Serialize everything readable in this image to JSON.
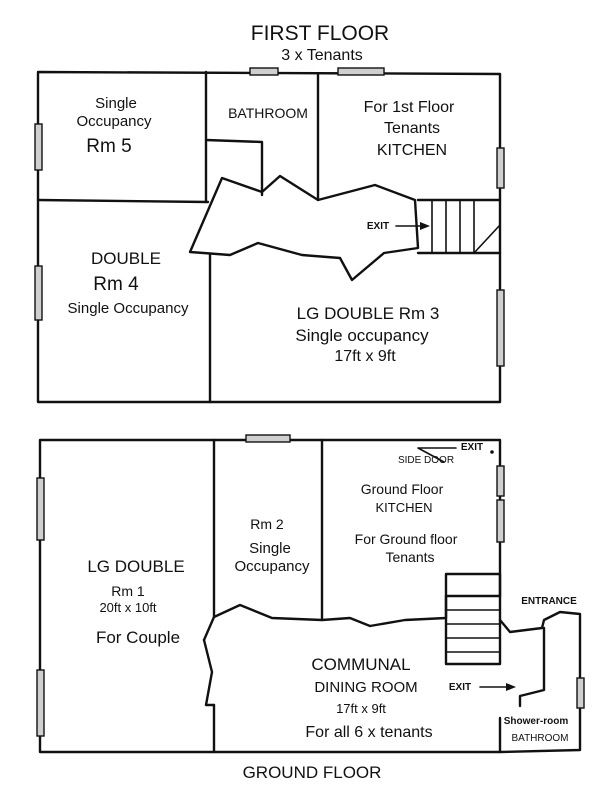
{
  "first_floor": {
    "title": "FIRST FLOOR",
    "subtitle": "3 x Tenants",
    "rm5": {
      "line1": "Single",
      "line2": "Occupancy",
      "name": "Rm 5"
    },
    "bathroom": "BATHROOM",
    "kitchen": {
      "line1": "For 1st Floor",
      "line2": "Tenants",
      "line3": "KITCHEN"
    },
    "exit": "EXIT",
    "rm4": {
      "line1": "DOUBLE",
      "name": "Rm 4",
      "line3": "Single Occupancy"
    },
    "rm3": {
      "line1": "LG DOUBLE Rm 3",
      "line2": "Single occupancy",
      "line3": "17ft x 9ft"
    }
  },
  "ground_floor": {
    "title": "GROUND FLOOR",
    "side_door": "SIDE DOOR",
    "exit_side": "EXIT",
    "kitchen": {
      "line1": "Ground Floor",
      "line2": "KITCHEN",
      "line3": "For Ground floor",
      "line4": "Tenants"
    },
    "rm2": {
      "name": "Rm 2",
      "line2": "Single",
      "line3": "Occupancy"
    },
    "rm1": {
      "line1": "LG DOUBLE",
      "name": "Rm 1",
      "line3": "20ft x 10ft",
      "line4": "For Couple"
    },
    "communal": {
      "line1": "COMMUNAL",
      "line2": "DINING ROOM",
      "line3": "17ft x 9ft",
      "line4": "For all 6 x tenants"
    },
    "entrance": "ENTRANCE",
    "exit_main": "EXIT",
    "shower": {
      "line1": "Shower-room",
      "line2": "BATHROOM"
    }
  }
}
